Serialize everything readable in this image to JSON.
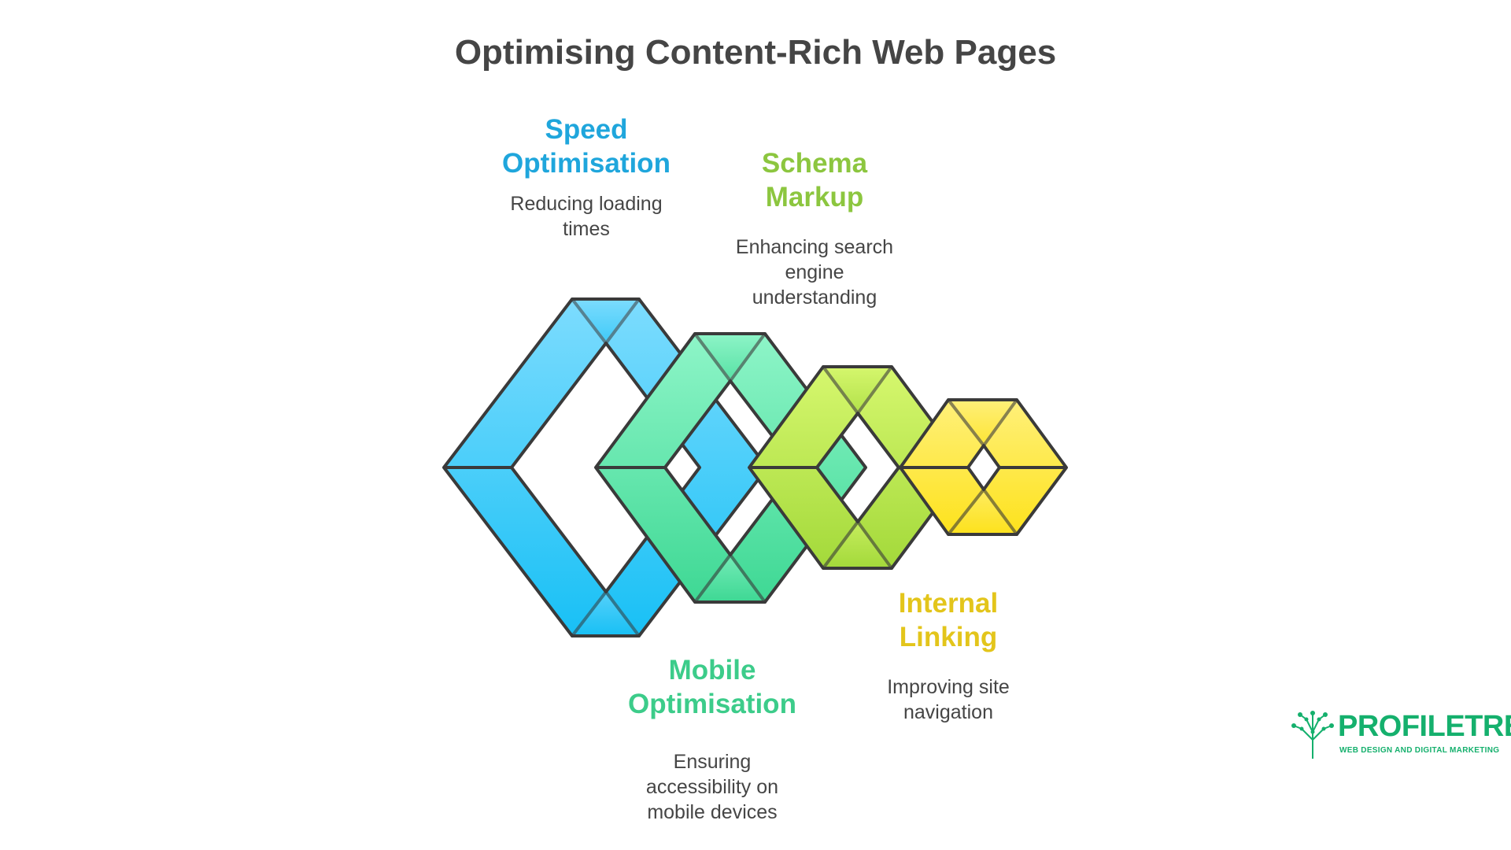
{
  "title": "Optimising Content-Rich Web Pages",
  "items": [
    {
      "heading": "Speed\nOptimisation",
      "description": "Reducing loading\ntimes",
      "color": "#1fa6dc"
    },
    {
      "heading": "Schema\nMarkup",
      "description": "Enhancing search\nengine\nunderstanding",
      "color": "#8cc63f"
    },
    {
      "heading": "Mobile\nOptimisation",
      "description": "Ensuring\naccessibility on\nmobile devices",
      "color": "#3ccc8a"
    },
    {
      "heading": "Internal\nLinking",
      "description": "Improving site\nnavigation",
      "color": "#e3c51b"
    }
  ],
  "logo": {
    "brand": "PROFILETREE",
    "tagline": "WEB DESIGN AND DIGITAL MARKETING",
    "color": "#15b06d"
  },
  "colors": {
    "blue": "#2cc4f7",
    "green": "#4fe0a3",
    "lime": "#bde04f",
    "yellow": "#fde94a",
    "outline": "#3a3a3a",
    "text": "#454545"
  }
}
